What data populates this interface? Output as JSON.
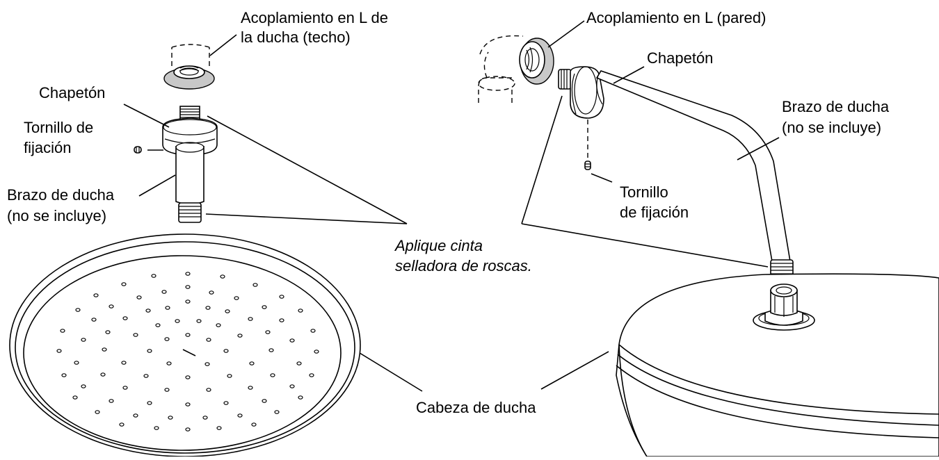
{
  "colors": {
    "line": "#000000",
    "background": "#ffffff",
    "fitting_fill": "#c8c8c8"
  },
  "labels": {
    "elbow_ceiling_1": "Acoplamiento en L de",
    "elbow_ceiling_2": "la ducha (techo)",
    "flange_left": "Chapetón",
    "screw_left_1": "Tornillo de",
    "screw_left_2": "fijación",
    "arm_left_1": "Brazo de ducha",
    "arm_left_2": "(no se incluye)",
    "tape_1": "Aplique cinta",
    "tape_2": "selladora de roscas.",
    "head": "Cabeza de ducha",
    "elbow_wall": "Acoplamiento en L (pared)",
    "flange_right": "Chapetón",
    "arm_right_1": "Brazo de ducha",
    "arm_right_2": "(no se incluye)",
    "screw_right_1": "Tornillo",
    "screw_right_2": "de fijación"
  }
}
